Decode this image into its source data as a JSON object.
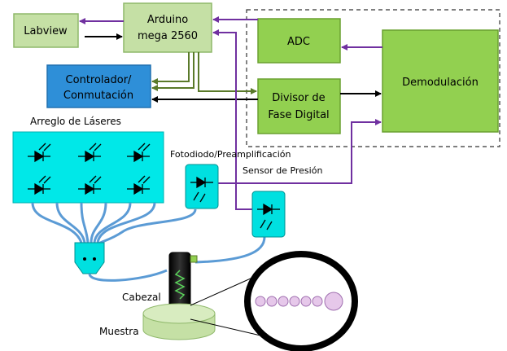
{
  "blocks": {
    "labview": "Labview",
    "arduino_line1": "Arduino",
    "arduino_line2": "mega 2560",
    "controlador_line1": "Controlador/",
    "controlador_line2": "Conmutación",
    "adc": "ADC",
    "divisor_line1": "Divisor de",
    "divisor_line2": "Fase Digital",
    "demodulacion": "Demodulación"
  },
  "labels": {
    "arreglo": "Arreglo de Láseres",
    "fotodiodo": "Fotodiodo/Preamplificación",
    "sensor": "Sensor de Presión",
    "cabezal": "Cabezal",
    "muestra": "Muestra"
  },
  "colors": {
    "green_fill": "#92d050",
    "green_border": "#4f8a2a",
    "blue_fill": "#2e8fd8",
    "cyan_fill": "#00e0e0",
    "purple": "#7030a0",
    "olive": "#5a7a2a",
    "fiber": "#5b9bd5"
  }
}
